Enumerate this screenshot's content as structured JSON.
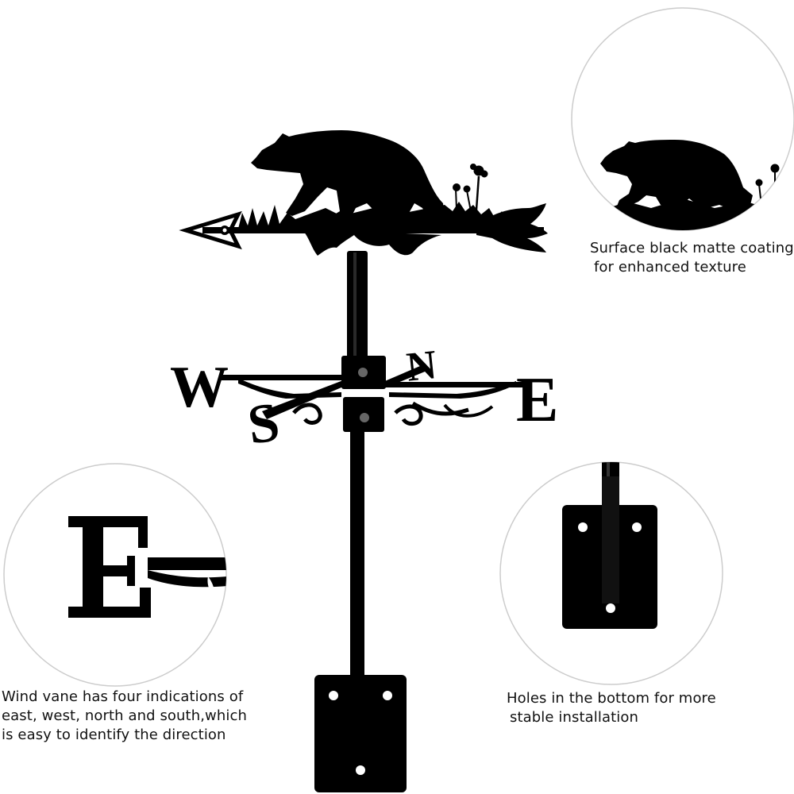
{
  "colors": {
    "background": "#ffffff",
    "product": "#000000",
    "circle_outline": "#cccccc",
    "text": "#111111"
  },
  "icons": {
    "main_product": "bear-weathervane-icon",
    "detail_top_right": "bear-silhouette-icon",
    "detail_bottom_left": "letter-e-direction-icon",
    "detail_bottom_right": "mounting-plate-icon"
  },
  "compass": {
    "west": "W",
    "east": "E",
    "north": "N",
    "south": "S"
  },
  "callouts": {
    "top_right": {
      "line1": "Surface black matte coating",
      "line2": "for enhanced texture"
    },
    "bottom_left": {
      "line1": "Wind vane has four indications of",
      "line2": "east, west, north and south,which",
      "line3": "is easy to identify the direction"
    },
    "bottom_right": {
      "line1": "Holes in the bottom for more",
      "line2": "stable installation"
    }
  }
}
